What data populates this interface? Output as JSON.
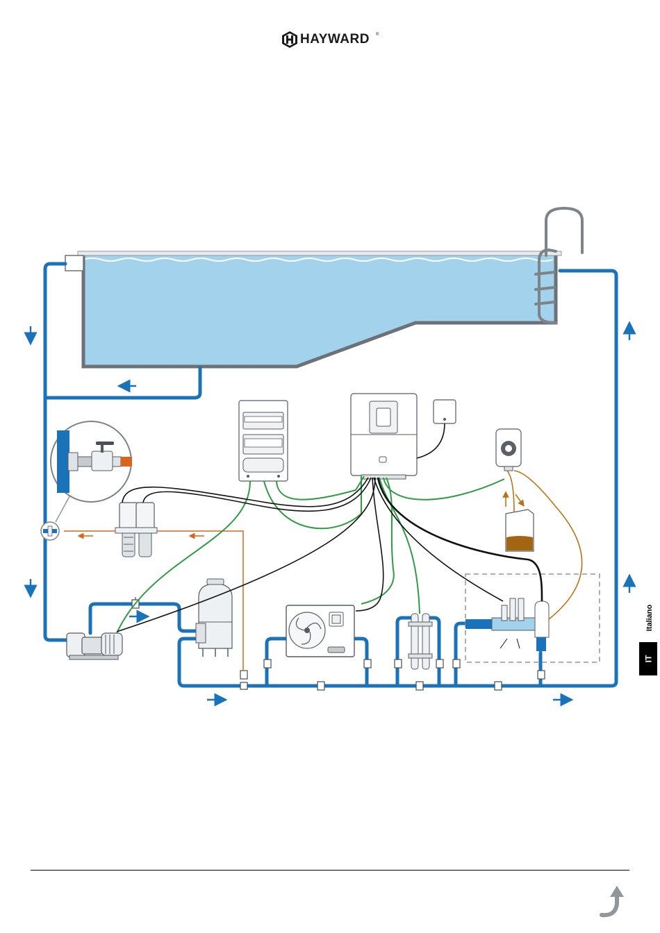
{
  "header": {
    "brand": "HAYWARD",
    "registered": "®"
  },
  "sidebar": {
    "language_name": "Italiano",
    "language_code": "IT"
  },
  "diagram": {
    "colors": {
      "pipe": "#1a72b8",
      "water": "#a2d2ec",
      "pool_wall": "#6d7278",
      "signal_wire": "#2e9a44",
      "power_wire": "#111111",
      "acid_line": "#b77413",
      "drain_line": "#d9651c",
      "acid_liquid": "#a26512"
    },
    "components": [
      "pool-basin",
      "pool-ladder",
      "skimmer",
      "pump",
      "filter",
      "probe-holders",
      "electrical-panel",
      "salt-chlorinator-control-unit",
      "flow-switch-box",
      "ph-dosing-pump",
      "acid-container",
      "heat-pump",
      "uv-steriliser",
      "electrolysis-cell",
      "detail-magnifier"
    ]
  }
}
